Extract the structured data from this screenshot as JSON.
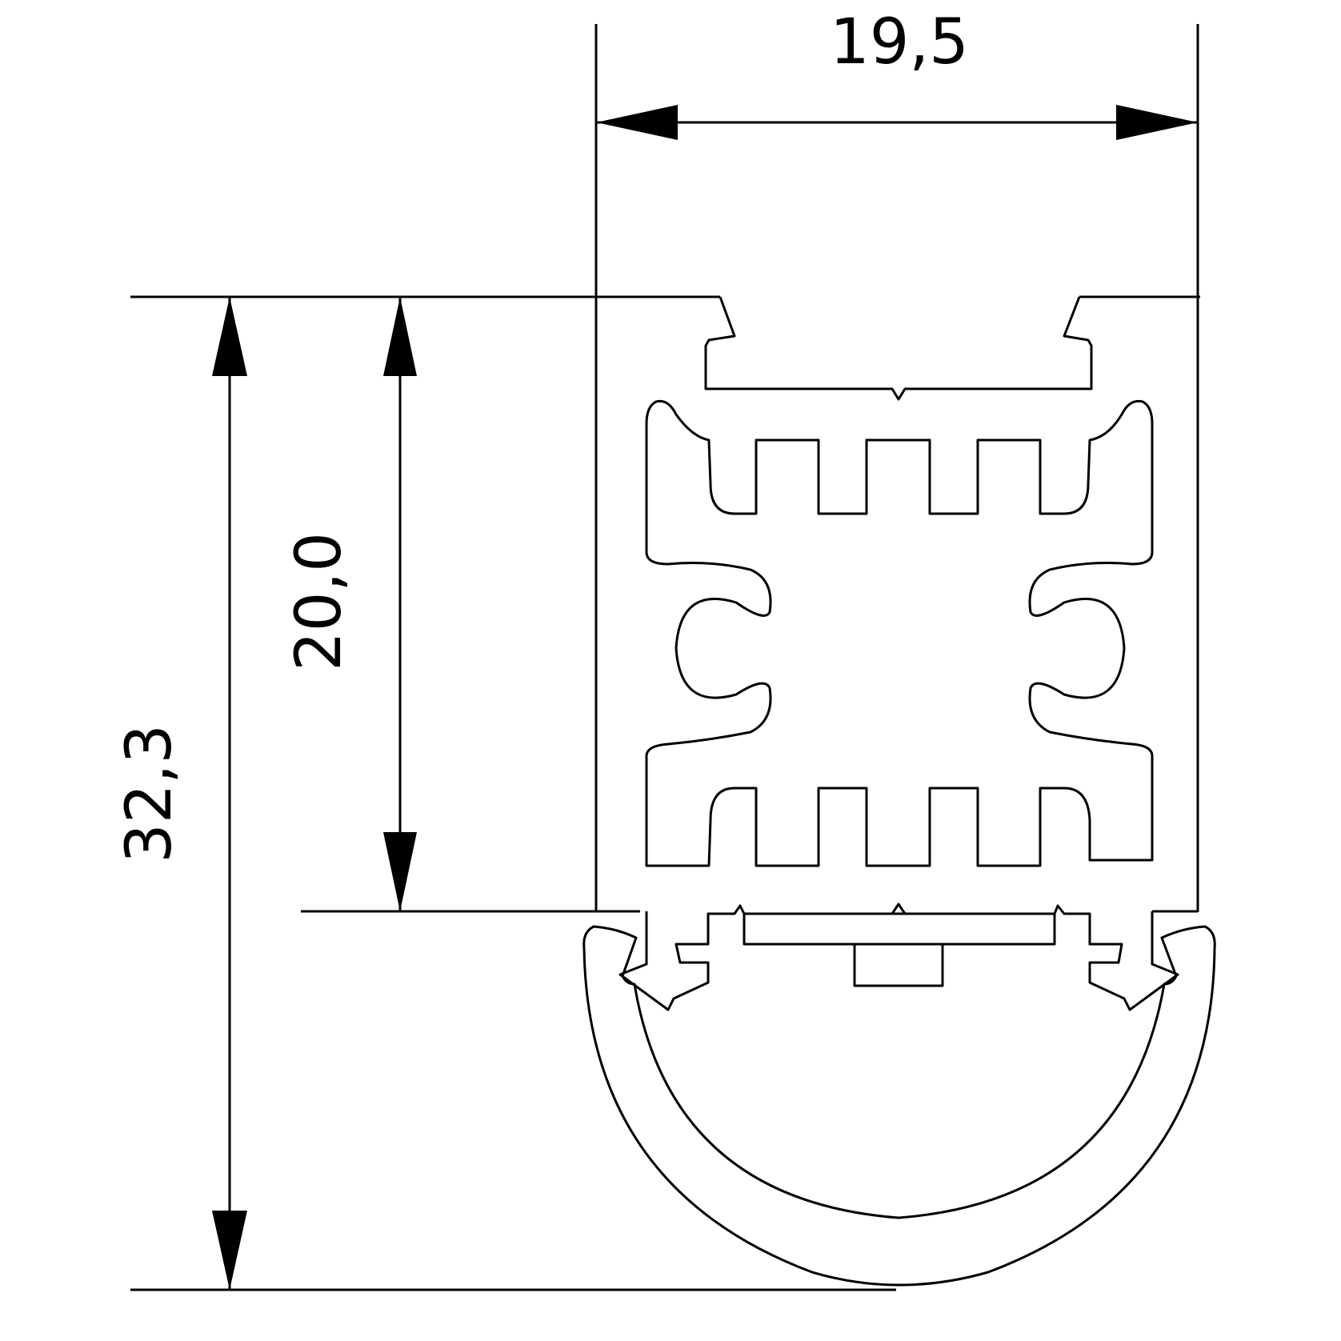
{
  "drawing": {
    "dimensions": {
      "width": "19,5",
      "inner_height": "20,0",
      "total_height": "32,3"
    },
    "colors": {
      "line": "#000000",
      "background": "#ffffff"
    }
  }
}
